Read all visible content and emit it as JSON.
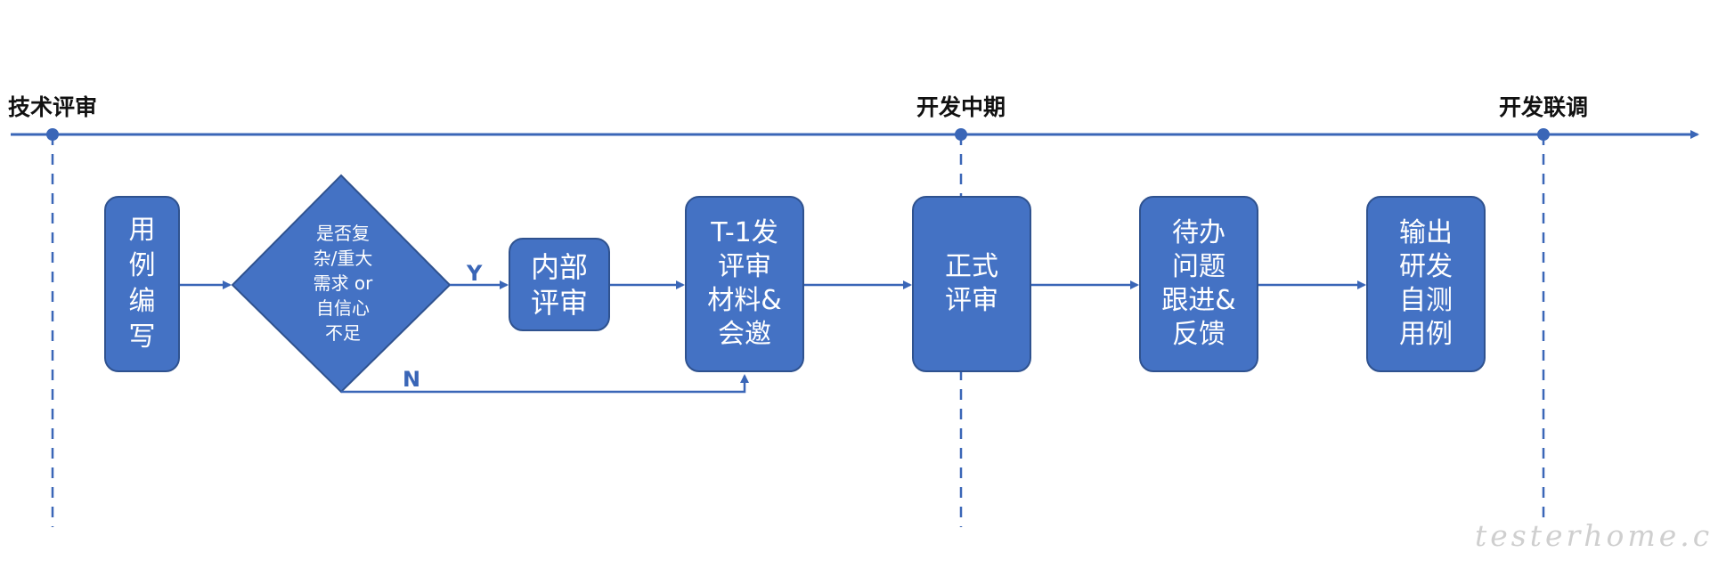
{
  "timeline": {
    "milestones": [
      {
        "label": "技术评审"
      },
      {
        "label": "开发中期"
      },
      {
        "label": "开发联调"
      }
    ]
  },
  "steps": {
    "write_cases": "用\n例\n编\n写",
    "decision": "是否复\n杂/重大\n需求 or\n自信心\n不足",
    "internal_review": "内部\n评审",
    "prep_materials": "T-1发\n评审\n材料&\n会邀",
    "formal_review": "正式\n评审",
    "follow_up": "待办\n问题\n跟进&\n反馈",
    "output_cases": "输出\n研发\n自测\n用例"
  },
  "edges": {
    "yes_label": "Y",
    "no_label": "N"
  },
  "watermark": "testerhome.com",
  "colors": {
    "box_fill": "#4472c4",
    "box_border": "#2f528f",
    "line": "#3a66b7",
    "text": "#ffffff"
  }
}
